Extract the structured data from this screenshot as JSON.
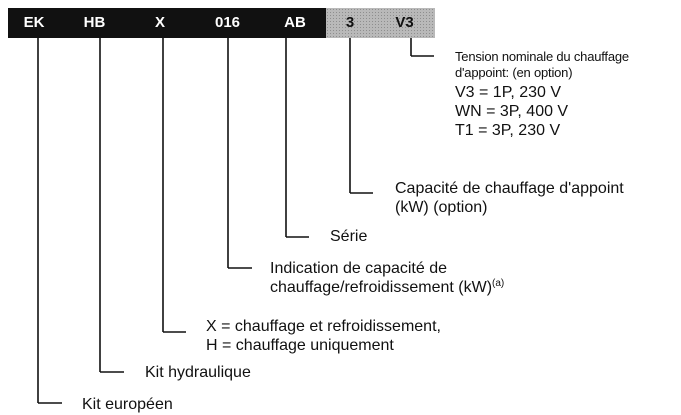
{
  "code_segments": [
    "EK",
    "HB",
    "X",
    "016",
    "AB",
    "3",
    "V3"
  ],
  "labels": {
    "tension": {
      "line1": "Tension nominale du chauffage",
      "line2": "d'appoint: (en option)",
      "line3": "V3 = 1P, 230 V",
      "line4": "WN = 3P, 400 V",
      "line5": "T1 = 3P, 230 V"
    },
    "capacite_appoint": {
      "line1": "Capacité de chauffage d'appoint",
      "line2": "(kW) (option)"
    },
    "serie": "Série",
    "capacite": {
      "line1": "Indication de capacité de",
      "line2": "chauffage/refroidissement (kW)",
      "footnote": "(a)"
    },
    "type": {
      "line1": "X = chauffage et refroidissement,",
      "line2": "H = chauffage uniquement"
    },
    "kit_hydraulique": "Kit hydraulique",
    "kit_europeen": "Kit européen"
  }
}
